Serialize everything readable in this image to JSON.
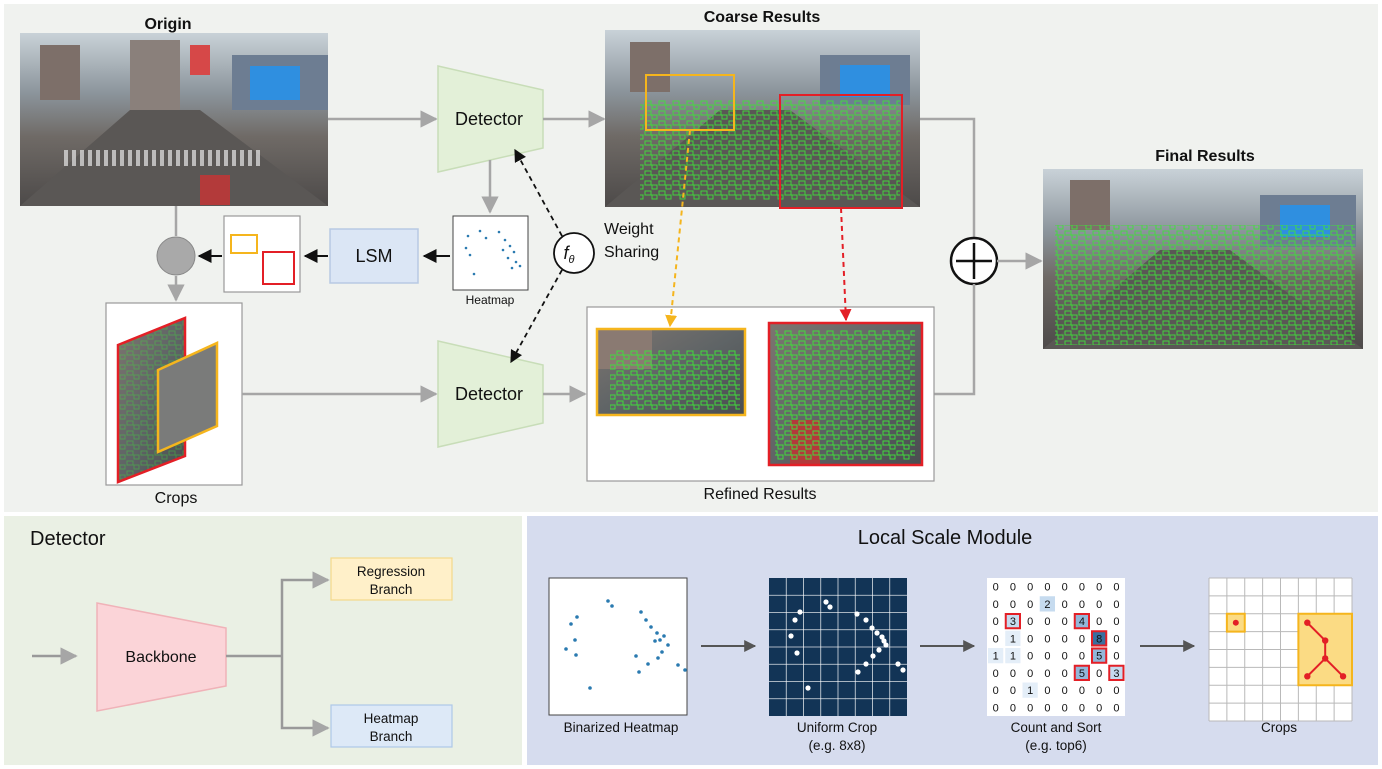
{
  "top": {
    "origin_label": "Origin",
    "coarse_label": "Coarse Results",
    "final_label": "Final Results",
    "refined_label": "Refined Results",
    "crops_label": "Crops",
    "heatmap_label": "Heatmap",
    "detector_label": "Detector",
    "lsm_label": "LSM",
    "f_symbol": "f",
    "f_subscript": "θ",
    "weight_line1": "Weight",
    "weight_line2": "Sharing"
  },
  "detector_panel": {
    "title": "Detector",
    "backbone": "Backbone",
    "regression_line1": "Regression",
    "regression_line2": "Branch",
    "heatmap_line1": "Heatmap",
    "heatmap_line2": "Branch"
  },
  "lsm_panel": {
    "title": "Local Scale Module",
    "binarized_label": "Binarized Heatmap",
    "uniform_line1": "Uniform Crop",
    "uniform_line2": "(e.g. 8x8)",
    "count_line1": "Count and Sort",
    "count_line2": "(e.g. top6)",
    "crops_label": "Crops",
    "count_grid": [
      [
        "0",
        "0",
        "0",
        "0",
        "0",
        "0",
        "0",
        "0"
      ],
      [
        "0",
        "0",
        "0",
        "2",
        "0",
        "0",
        "0",
        "0"
      ],
      [
        "0",
        "3",
        "0",
        "0",
        "0",
        "4",
        "0",
        "0"
      ],
      [
        "0",
        "1",
        "0",
        "0",
        "0",
        "0",
        "8",
        "0"
      ],
      [
        "1",
        "1",
        "0",
        "0",
        "0",
        "0",
        "5",
        "0"
      ],
      [
        "0",
        "0",
        "0",
        "0",
        "0",
        "5",
        "0",
        "3"
      ],
      [
        "0",
        "0",
        "1",
        "0",
        "0",
        "0",
        "0",
        "0"
      ],
      [
        "0",
        "0",
        "0",
        "0",
        "0",
        "0",
        "0",
        "0"
      ]
    ],
    "top6_cells": [
      [
        2,
        1
      ],
      [
        2,
        5
      ],
      [
        3,
        6
      ],
      [
        4,
        6
      ],
      [
        5,
        5
      ],
      [
        5,
        7
      ]
    ]
  },
  "colors": {
    "top_bg": "#f0f2ef",
    "detector_panel_bg": "#eaf0e4",
    "lsm_panel_bg": "#d6dcee",
    "detector_shape": "#e3f0d8",
    "lsm_box": "#dbe6f5",
    "backbone_shape": "#fbd4d8",
    "regression_box": "#fff0c9",
    "heatmap_box": "#dde9f7",
    "yellow": "#f5b51d",
    "red": "#e31f26",
    "grid_dark": "#123456",
    "dot_blue": "#2a7ab0"
  }
}
